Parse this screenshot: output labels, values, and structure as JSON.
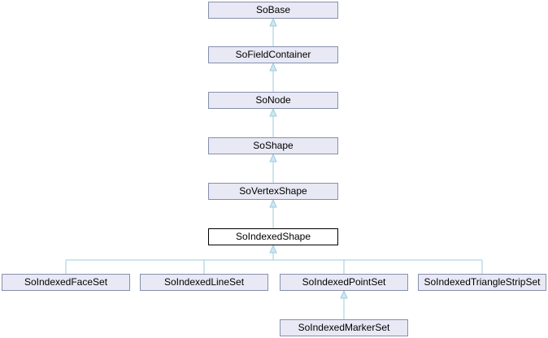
{
  "diagram_type": "class-inheritance",
  "nodes": {
    "soBase": {
      "label": "SoBase"
    },
    "soFieldContainer": {
      "label": "SoFieldContainer"
    },
    "soNode": {
      "label": "SoNode"
    },
    "soShape": {
      "label": "SoShape"
    },
    "soVertexShape": {
      "label": "SoVertexShape"
    },
    "soIndexedShape": {
      "label": "SoIndexedShape"
    },
    "soIndexedFaceSet": {
      "label": "SoIndexedFaceSet"
    },
    "soIndexedLineSet": {
      "label": "SoIndexedLineSet"
    },
    "soIndexedPointSet": {
      "label": "SoIndexedPointSet"
    },
    "soIndexedTriangleStripSet": {
      "label": "SoIndexedTriangleStripSet"
    },
    "soIndexedMarkerSet": {
      "label": "SoIndexedMarkerSet"
    }
  },
  "colors": {
    "box_fill": "#e8e9f4",
    "box_border": "#8690ac",
    "current_box_fill": "#ffffff",
    "current_box_border": "#000000",
    "edge_line": "#9ecbdf",
    "edge_arrow_fill": "#cfe7f2",
    "text_color": "#000000"
  }
}
